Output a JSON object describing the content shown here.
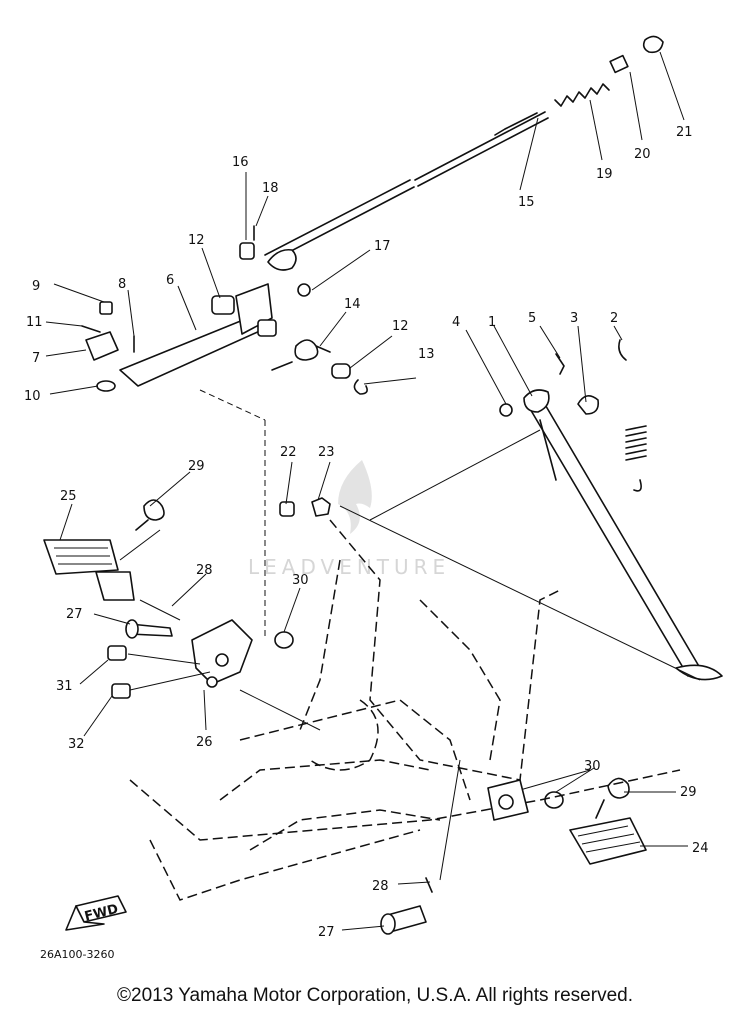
{
  "diagram": {
    "part_number": "26A100-3260",
    "direction_badge": "FWD",
    "watermark": "LEADVENTURE",
    "callouts": [
      "1",
      "2",
      "3",
      "4",
      "5",
      "6",
      "7",
      "8",
      "9",
      "10",
      "11",
      "12",
      "12",
      "13",
      "14",
      "15",
      "16",
      "17",
      "18",
      "19",
      "20",
      "21",
      "22",
      "23",
      "24",
      "25",
      "26",
      "27",
      "27",
      "28",
      "28",
      "29",
      "29",
      "30",
      "30",
      "31",
      "32"
    ]
  },
  "footer": {
    "copyright": "©2013 Yamaha Motor Corporation, U.S.A. All rights reserved."
  }
}
